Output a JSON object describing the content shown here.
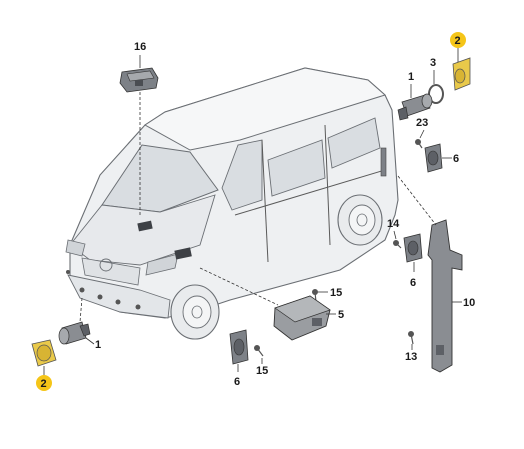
{
  "labels": {
    "p16": "16",
    "p2a": "2",
    "p3": "3",
    "p1a": "1",
    "p23": "23",
    "p6a": "6",
    "p14": "14",
    "p6b": "6",
    "p10": "10",
    "p15a": "15",
    "p5": "5",
    "p13": "13",
    "p15b": "15",
    "p6c": "6",
    "p1b": "1",
    "p2b": "2"
  },
  "colors": {
    "highlight": "#f5c518",
    "highlight_part": "#e9c94a",
    "van_fill": "#eef0f2",
    "van_line": "#6b6f74"
  }
}
